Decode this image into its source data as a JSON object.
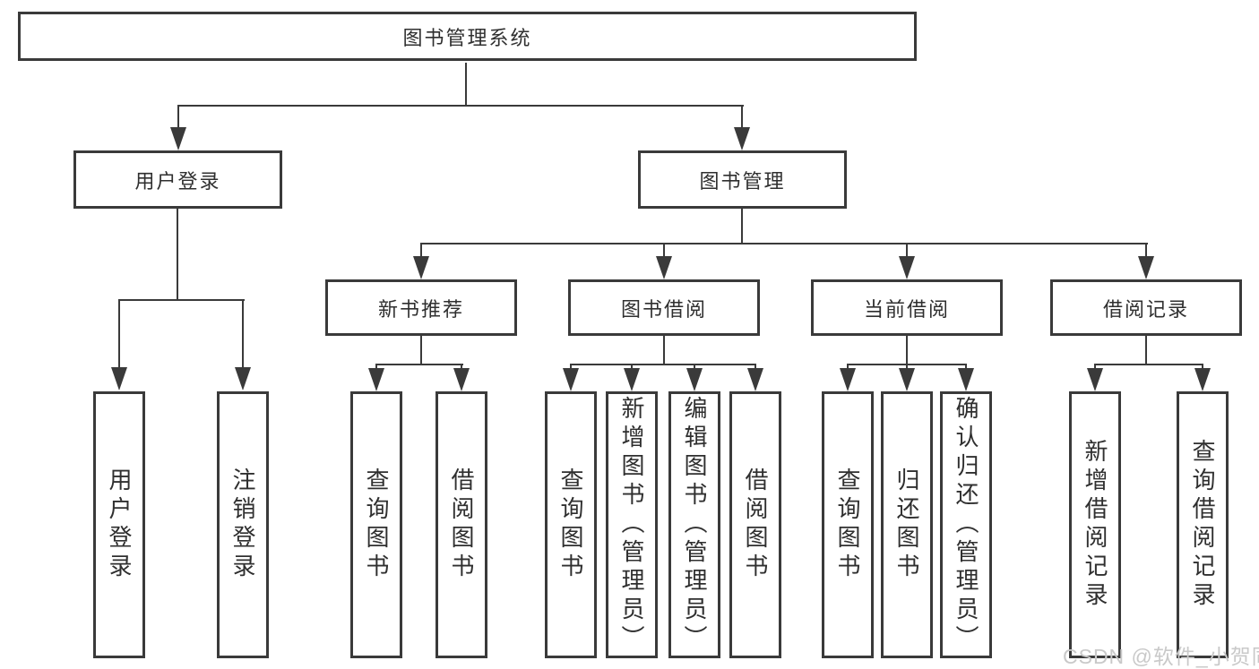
{
  "colors": {
    "line": "#3a3a3a",
    "box_border": "#3a3a3a",
    "text": "#2f2f2f",
    "background": "#ffffff",
    "watermark": "#c9c9c9"
  },
  "watermark": {
    "text": "CSDN @软件_小贺同学"
  },
  "diagram": {
    "root": {
      "label": "图书管理系统"
    },
    "level2": {
      "user_login": {
        "label": "用户登录"
      },
      "book_management": {
        "label": "图书管理"
      }
    },
    "level3": {
      "new_book_recommend": {
        "label": "新书推荐"
      },
      "book_borrowing": {
        "label": "图书借阅"
      },
      "current_borrowing": {
        "label": "当前借阅"
      },
      "borrowing_records": {
        "label": "借阅记录"
      }
    },
    "leaves": {
      "user_login": {
        "label": "用户登录"
      },
      "logout": {
        "label": "注销登录"
      },
      "recommend_query_books": {
        "label": "查询图书"
      },
      "recommend_borrow_books": {
        "label": "借阅图书"
      },
      "borrowing_query_books": {
        "label": "查询图书"
      },
      "borrowing_add_books": {
        "label": "新增图书（管理员）"
      },
      "borrowing_edit_books": {
        "label": "编辑图书（管理员）"
      },
      "borrowing_borrow_books": {
        "label": "借阅图书"
      },
      "current_query_books": {
        "label": "查询图书"
      },
      "current_return_books": {
        "label": "归还图书"
      },
      "current_confirm_return": {
        "label": "确认归还（管理员）"
      },
      "records_add_record": {
        "label": "新增借阅记录"
      },
      "records_query_record": {
        "label": "查询借阅记录"
      }
    }
  }
}
